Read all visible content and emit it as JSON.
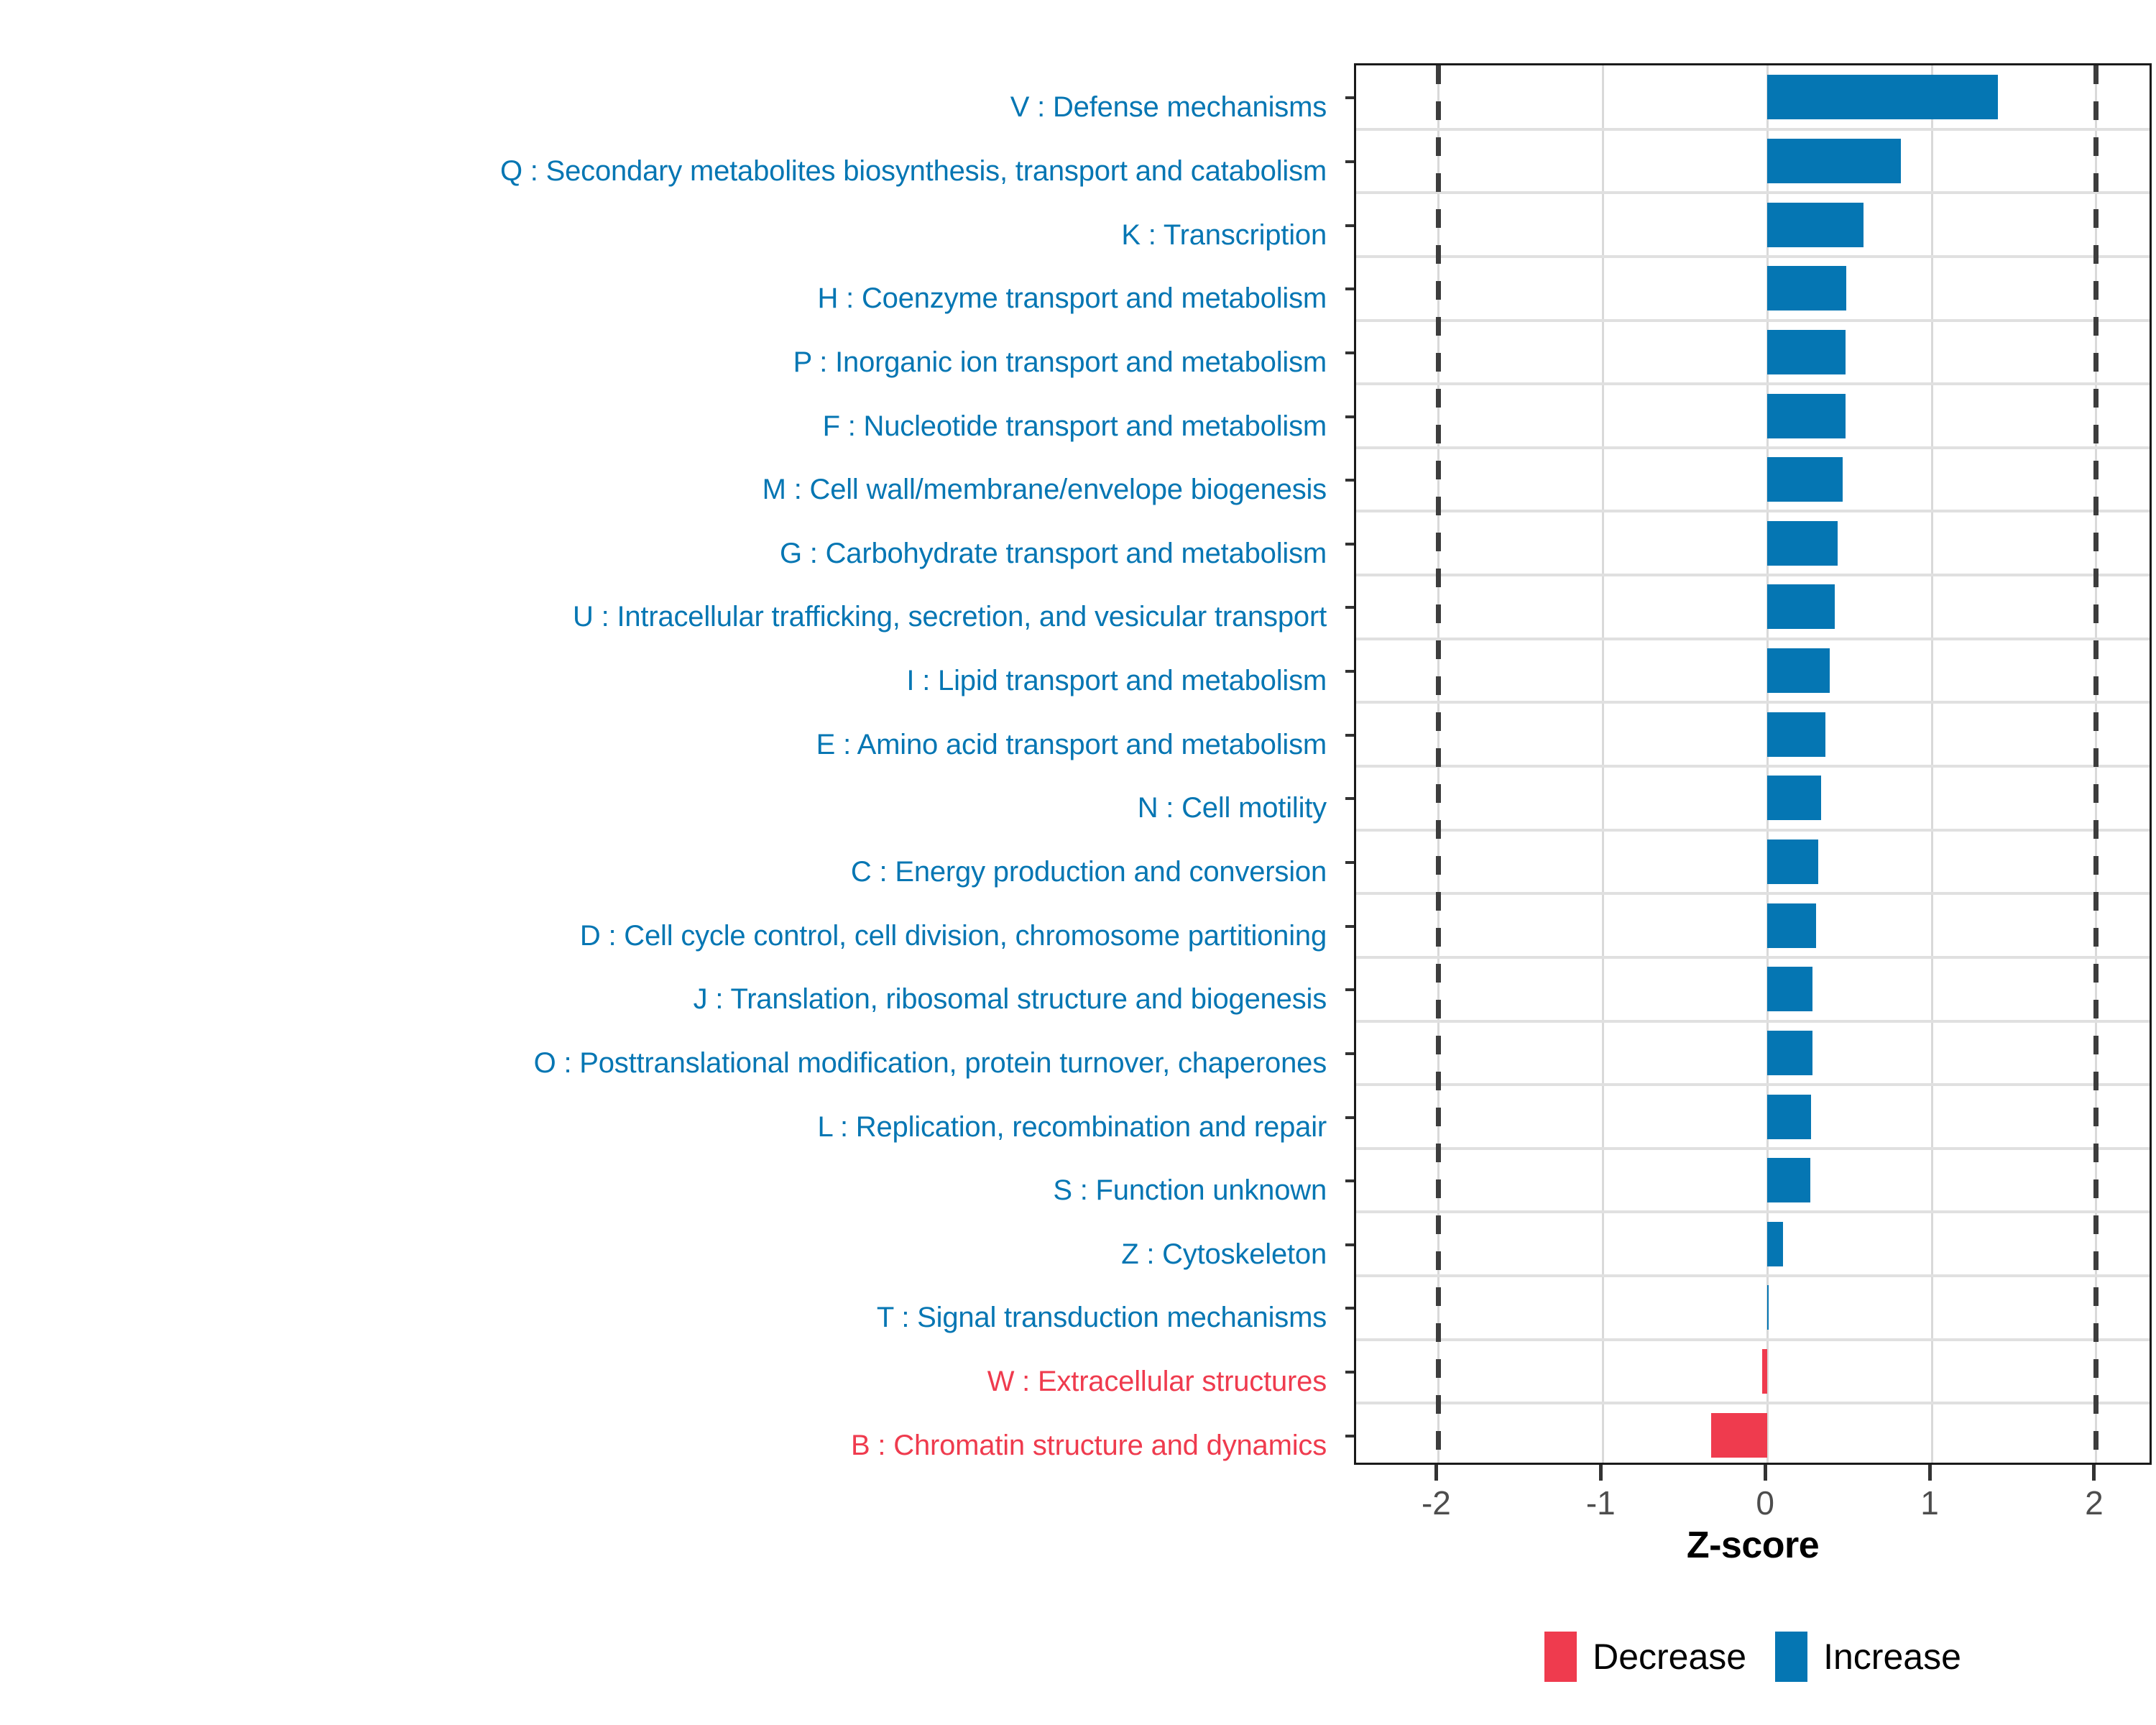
{
  "chart_data": {
    "type": "bar",
    "orientation": "horizontal",
    "title": "",
    "xlabel": "Z-score",
    "ylabel": "",
    "xlim": [
      -2.5,
      2.35
    ],
    "xticks": [
      -2,
      -1,
      0,
      1,
      2
    ],
    "xticklabels": [
      "-2",
      "-1",
      "0",
      "1",
      "2"
    ],
    "grid": true,
    "thresholds": [
      -2,
      2
    ],
    "legend": {
      "position": "bottom",
      "entries": [
        {
          "label": "Decrease",
          "color": "#ef3b4e"
        },
        {
          "label": "Increase",
          "color": "#0576b3"
        }
      ]
    },
    "categories": [
      "V : Defense mechanisms",
      "Q : Secondary metabolites biosynthesis, transport and catabolism",
      "K : Transcription",
      "H : Coenzyme transport and metabolism",
      "P : Inorganic ion transport and metabolism",
      "F : Nucleotide transport and metabolism",
      "M : Cell wall/membrane/envelope biogenesis",
      "G : Carbohydrate transport and metabolism",
      "U : Intracellular trafficking, secretion, and vesicular transport",
      "I : Lipid transport and metabolism",
      "E : Amino acid transport and metabolism",
      "N : Cell motility",
      "C : Energy production and conversion",
      "D : Cell cycle control, cell division, chromosome partitioning",
      "J : Translation, ribosomal structure and biogenesis",
      "O : Posttranslational modification, protein turnover, chaperones",
      "L : Replication, recombination and repair",
      "S : Function unknown",
      "Z : Cytoskeleton",
      "T : Signal transduction mechanisms",
      "W : Extracellular structures",
      "B : Chromatin structure and dynamics"
    ],
    "values": [
      1.4,
      0.81,
      0.585,
      0.48,
      0.475,
      0.475,
      0.457,
      0.429,
      0.41,
      0.38,
      0.354,
      0.326,
      0.31,
      0.297,
      0.274,
      0.274,
      0.264,
      0.26,
      0.095,
      0.004,
      -0.03,
      -0.34
    ],
    "direction": [
      "up",
      "up",
      "up",
      "up",
      "up",
      "up",
      "up",
      "up",
      "up",
      "up",
      "up",
      "up",
      "up",
      "up",
      "up",
      "up",
      "up",
      "up",
      "up",
      "up",
      "down",
      "down"
    ]
  },
  "colors": {
    "increase": "#0576b3",
    "decrease": "#ef3b4e",
    "grid": "#d9d9d9",
    "axis": "#1a1a1a",
    "tick_text": "#4d4d4d"
  }
}
